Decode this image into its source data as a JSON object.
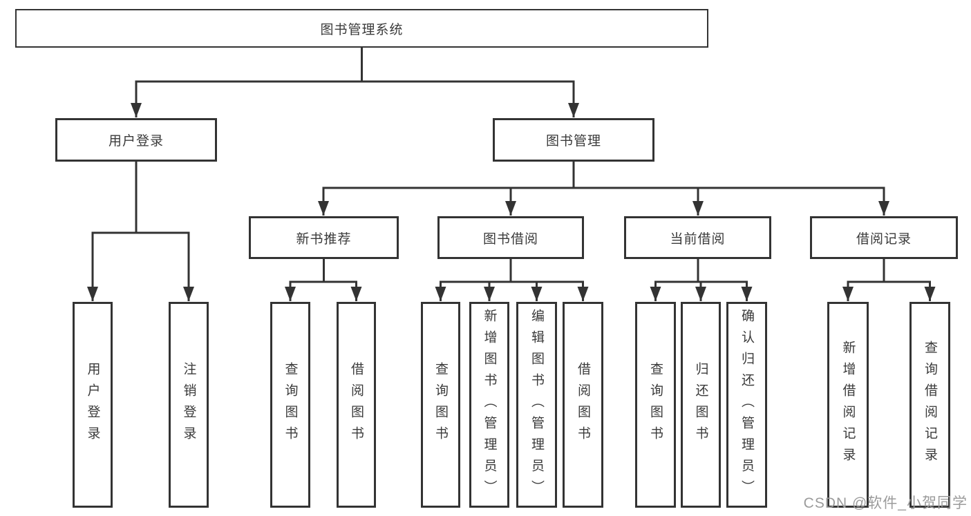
{
  "tree": {
    "root": {
      "label": "图书管理系统",
      "children": [
        {
          "label": "用户登录",
          "children": [
            {
              "label": "用户登录"
            },
            {
              "label": "注销登录"
            }
          ]
        },
        {
          "label": "图书管理",
          "children": [
            {
              "label": "新书推荐",
              "children": [
                {
                  "label": "查询图书"
                },
                {
                  "label": "借阅图书"
                }
              ]
            },
            {
              "label": "图书借阅",
              "children": [
                {
                  "label": "查询图书"
                },
                {
                  "label": "新增图书（管理员）"
                },
                {
                  "label": "编辑图书（管理员）"
                },
                {
                  "label": "借阅图书"
                }
              ]
            },
            {
              "label": "当前借阅",
              "children": [
                {
                  "label": "查询图书"
                },
                {
                  "label": "归还图书"
                },
                {
                  "label": "确认归还（管理员）"
                }
              ]
            },
            {
              "label": "借阅记录",
              "children": [
                {
                  "label": "新增借阅记录"
                },
                {
                  "label": "查询借阅记录"
                }
              ]
            }
          ]
        }
      ]
    }
  },
  "watermark": {
    "label": "CSDN @软件_小贺同学"
  },
  "colors": {
    "line": "#333333",
    "text": "#3a3a3a",
    "background": "#ffffff",
    "watermark": "#9b9b9b"
  }
}
